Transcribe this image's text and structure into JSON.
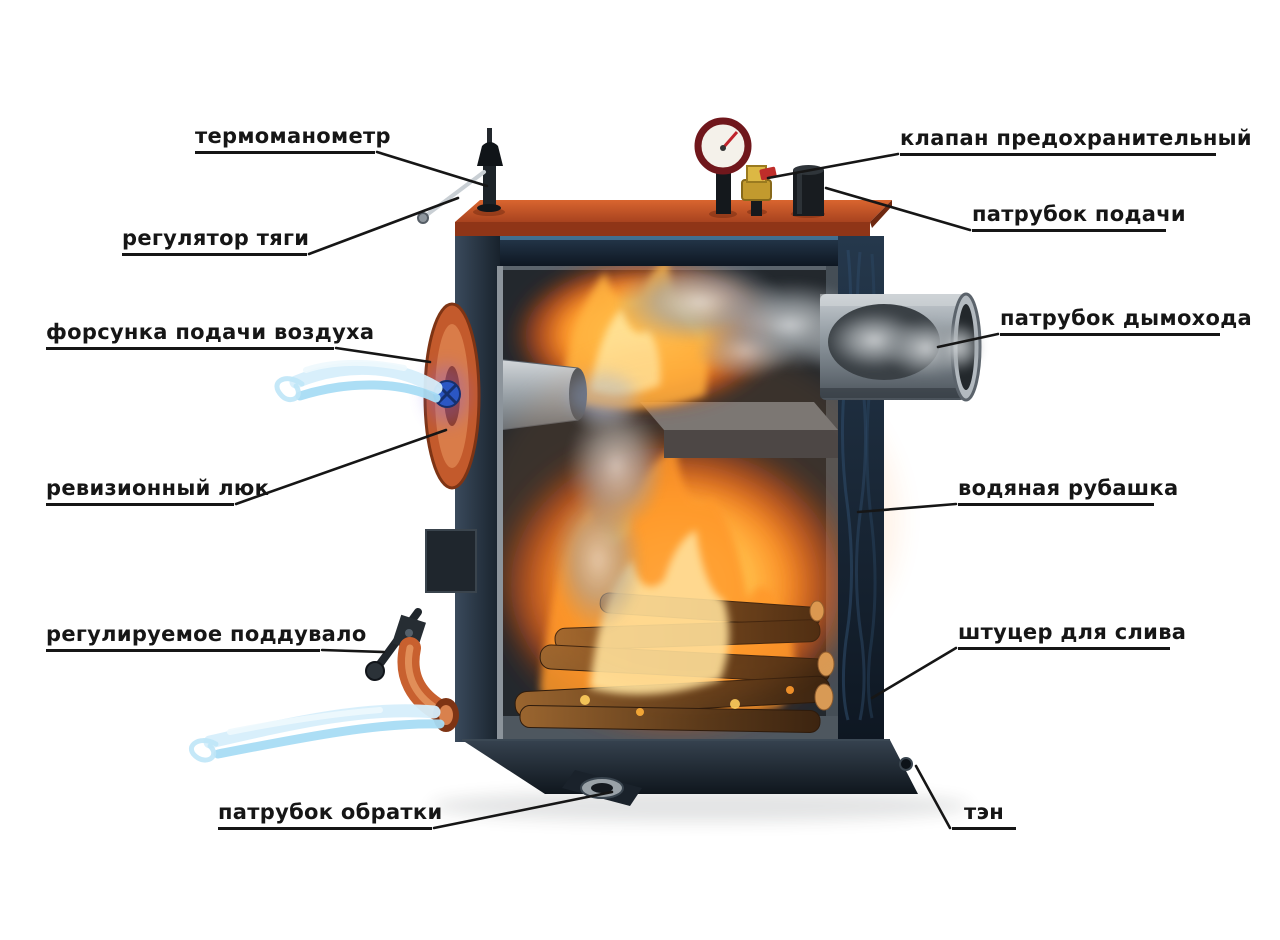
{
  "colors": {
    "ink": "#161616",
    "accent_orange": "#c8562a",
    "flame_orange": "#ff9a2c",
    "air_blue": "#a8dcf4",
    "steel_grey": "#9aa2a8",
    "jacket_navy": "#1c2836"
  },
  "diagram": {
    "labels": [
      {
        "id": "thermomanometer",
        "side": "left",
        "text": "термоманометр"
      },
      {
        "id": "draft-regulator",
        "side": "left",
        "text": "регулятор тяги"
      },
      {
        "id": "air-supply-nozzle",
        "side": "left",
        "text": "форсунка подачи воздуха"
      },
      {
        "id": "inspection-hatch",
        "side": "left",
        "text": "ревизионный люк"
      },
      {
        "id": "adjustable-ashpit",
        "side": "left",
        "text": "регулируемое поддувало"
      },
      {
        "id": "return-pipe",
        "side": "bottom",
        "text": "патрубок обратки"
      },
      {
        "id": "safety-valve",
        "side": "right",
        "text": "клапан предохранительный"
      },
      {
        "id": "supply-pipe",
        "side": "right",
        "text": "патрубок подачи"
      },
      {
        "id": "chimney-pipe",
        "side": "right",
        "text": "патрубок дымохода"
      },
      {
        "id": "water-jacket",
        "side": "right",
        "text": "водяная рубашка"
      },
      {
        "id": "drain-fitting",
        "side": "right",
        "text": "штуцер для слива"
      },
      {
        "id": "heating-element",
        "side": "bottom",
        "text": "тэн"
      }
    ]
  }
}
